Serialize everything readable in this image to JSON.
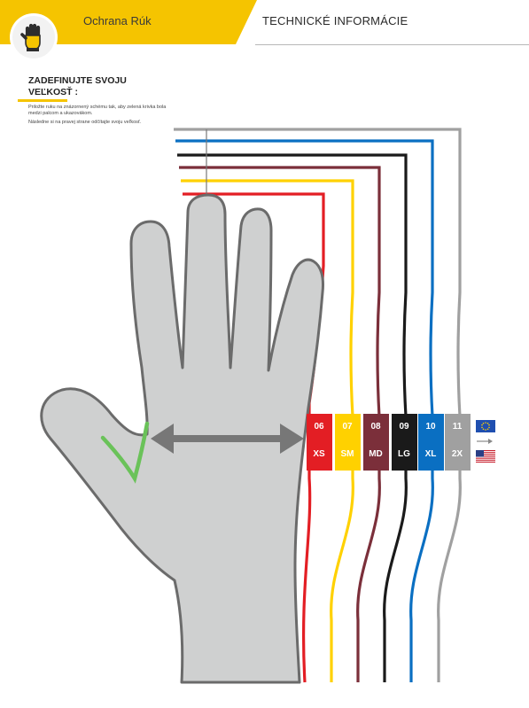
{
  "header": {
    "title": "Ochrana Rúk",
    "section": "TECHNICKÉ INFORMÁCIE"
  },
  "instructions": {
    "title": "ZADEFINUJTE SVOJU VEĽKOSŤ :",
    "text1": "Priložte ruku na znázornený schému tak, aby zelená krivka bola medzi palcom a ukazovákom.",
    "text2": "Následne si na pravej strane odčítajte svoju veľkosť."
  },
  "sizes": [
    {
      "eu": "06",
      "us": "XS",
      "color": "#e31e24"
    },
    {
      "eu": "07",
      "us": "SM",
      "color": "#ffd100"
    },
    {
      "eu": "08",
      "us": "MD",
      "color": "#7b2f3a"
    },
    {
      "eu": "09",
      "us": "LG",
      "color": "#1a1a1a"
    },
    {
      "eu": "10",
      "us": "XL",
      "color": "#0a6fc2"
    },
    {
      "eu": "11",
      "us": "2X",
      "color": "#a0a0a0"
    }
  ],
  "colors": {
    "brand_yellow": "#f5c400",
    "hand_fill": "#cfd0d0",
    "hand_stroke": "#6b6b6b",
    "arrow": "#777777",
    "guide_green": "#6ac259"
  },
  "icons": {
    "logo": "glove-icon",
    "eu_flag": "eu-flag-icon",
    "us_flag": "us-flag-icon",
    "arrow": "arrow-right-icon"
  }
}
